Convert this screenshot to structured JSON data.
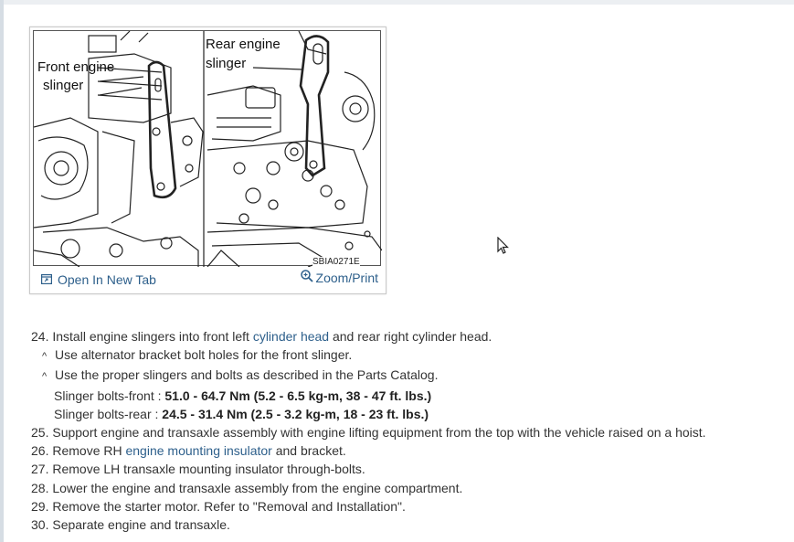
{
  "figure": {
    "label_front": [
      "Front engine",
      "slinger"
    ],
    "label_rear": [
      "Rear engine",
      "slinger"
    ],
    "image_code": "SBIA0271E",
    "open_tab_label": "Open In New Tab",
    "zoom_label": "Zoom/Print"
  },
  "steps": {
    "s24_pre": "24. Install engine slingers into front left ",
    "s24_link": "cylinder head",
    "s24_post": " and rear right cylinder head.",
    "note1": "Use alternator bracket bolt holes for the front slinger.",
    "note2": "Use the proper slingers and bolts as described in the Parts Catalog.",
    "spec_front_label": "Slinger bolts-front : ",
    "spec_front_value": "51.0 - 64.7 Nm (5.2 - 6.5 kg-m, 38 - 47 ft. lbs.)",
    "spec_rear_label": "Slinger bolts-rear : ",
    "spec_rear_value": "24.5 - 31.4 Nm (2.5 - 3.2 kg-m, 18 - 23 ft. lbs.)",
    "s25": "25. Support engine and transaxle assembly with engine lifting equipment from the top with the vehicle raised on a hoist.",
    "s26_pre": "26. Remove RH ",
    "s26_link": "engine mounting insulator",
    "s26_post": " and bracket.",
    "s27": "27. Remove LH transaxle mounting insulator through-bolts.",
    "s28": "28. Lower the engine and transaxle assembly from the engine compartment.",
    "s29": "29. Remove the starter motor. Refer to \"Removal and Installation\".",
    "s30": "30. Separate engine and transaxle."
  },
  "colors": {
    "link": "#2d5f8b",
    "text": "#333333"
  },
  "icons": {
    "open_tab": "open-in-new-tab-icon",
    "zoom": "zoom-icon",
    "caret": "caret-up-icon"
  }
}
